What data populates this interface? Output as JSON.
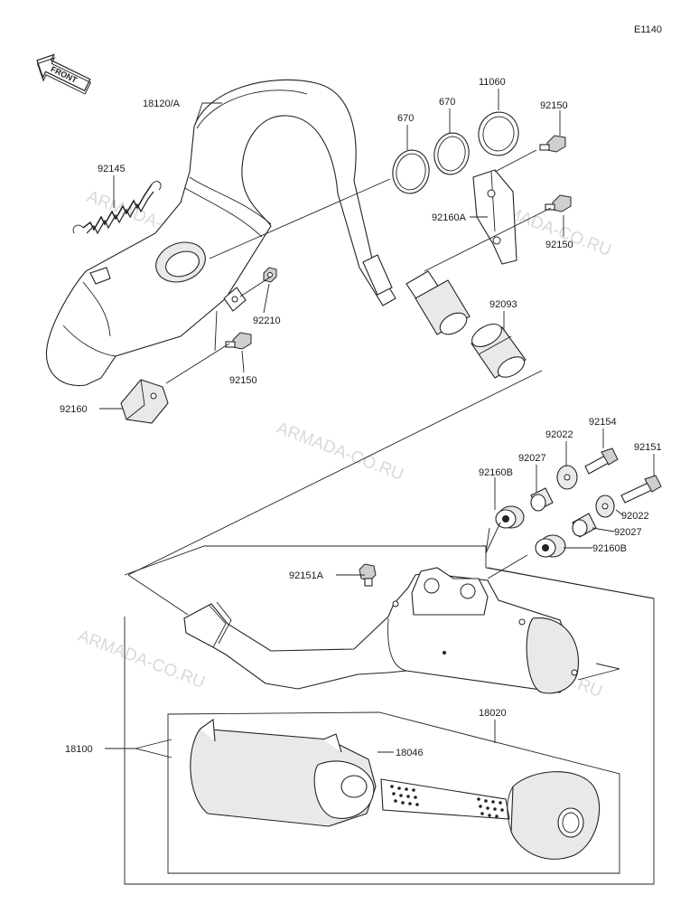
{
  "diagram_code": "E1140",
  "front_label": "FRONT",
  "watermark": "ARMADA-CO.RU",
  "labels": {
    "p18120A": "18120/A",
    "p92145": "92145",
    "p670a": "670",
    "p670b": "670",
    "p11060": "11060",
    "p92150a": "92150",
    "p92160A": "92160A",
    "p92150b": "92150",
    "p92210": "92210",
    "p92150c": "92150",
    "p92093": "92093",
    "p92160": "92160",
    "p92154": "92154",
    "p92022a": "92022",
    "p92027a": "92027",
    "p92151": "92151",
    "p92160Ba": "92160B",
    "p92022b": "92022",
    "p92027b": "92027",
    "p92160Bb": "92160B",
    "p92151A": "92151A",
    "p18020": "18020",
    "p18100": "18100",
    "p18046": "18046"
  }
}
